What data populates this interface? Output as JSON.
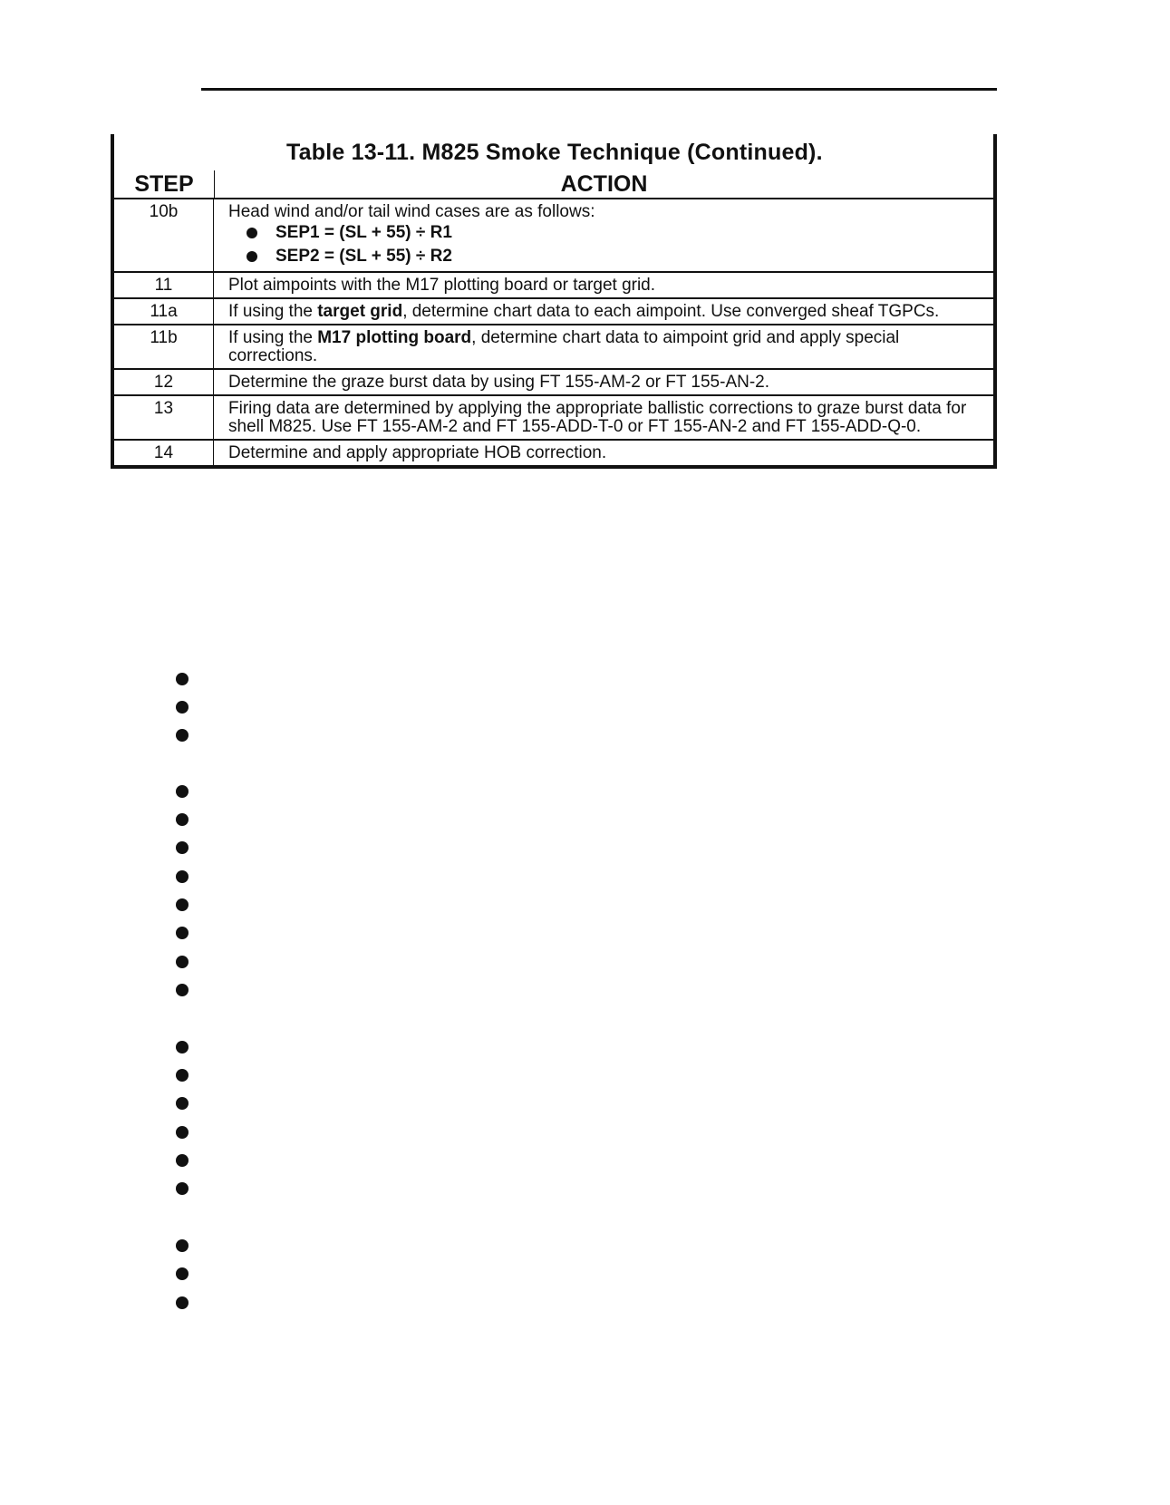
{
  "table": {
    "title": "Table 13-11.  M825 Smoke Technique (Continued).",
    "header": {
      "step": "STEP",
      "action": "ACTION"
    },
    "rows": [
      {
        "step": "10b",
        "text": "Head wind and/or tail wind cases are as follows:",
        "bullets": [
          "SEP1 = (SL + 55) ÷ R1",
          "SEP2 = (SL + 55) ÷ R2"
        ]
      },
      {
        "step": "11",
        "text": "Plot aimpoints with the M17 plotting board or target grid."
      },
      {
        "step": "11a",
        "pre": "If using the ",
        "bold": "target grid",
        "post": ", determine chart data to each aimpoint.  Use converged sheaf TGPCs."
      },
      {
        "step": "11b",
        "pre": "If using the ",
        "bold": "M17 plotting board",
        "post": ", determine chart data to aimpoint grid and apply special corrections."
      },
      {
        "step": "12",
        "text": "Determine the graze burst data by using FT 155-AM-2 or  FT 155-AN-2."
      },
      {
        "step": "13",
        "text": "Firing data are determined by applying the appropriate ballistic corrections to graze burst data for shell M825. Use FT 155-AM-2 and FT 155-ADD-T-0 or FT 155-AN-2 and FT 155-ADD-Q-0."
      },
      {
        "step": "14",
        "text": "Determine and apply appropriate HOB correction."
      }
    ]
  },
  "bullet_markers": {
    "count": 22
  }
}
